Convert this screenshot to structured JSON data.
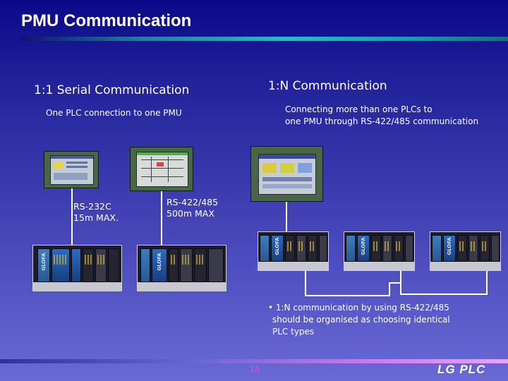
{
  "slide": {
    "title": "PMU Communication",
    "left": {
      "heading": "1:1 Serial Communication",
      "subtitle": "One PLC connection to one PMU",
      "label_232": [
        "RS-232C",
        "15m MAX."
      ],
      "label_422": [
        "RS-422/485",
        "500m MAX"
      ]
    },
    "right": {
      "heading": "1:N Communication",
      "subtitle": [
        "Connecting more than one PLCs to",
        "one PMU through RS-422/485 communication"
      ],
      "note": [
        "• 1:N communication by using RS-422/485",
        "should be organised as choosing identical",
        "PLC types"
      ]
    },
    "module_label": "GLOFA",
    "page_number": "15",
    "brand": "LG  PLC"
  }
}
